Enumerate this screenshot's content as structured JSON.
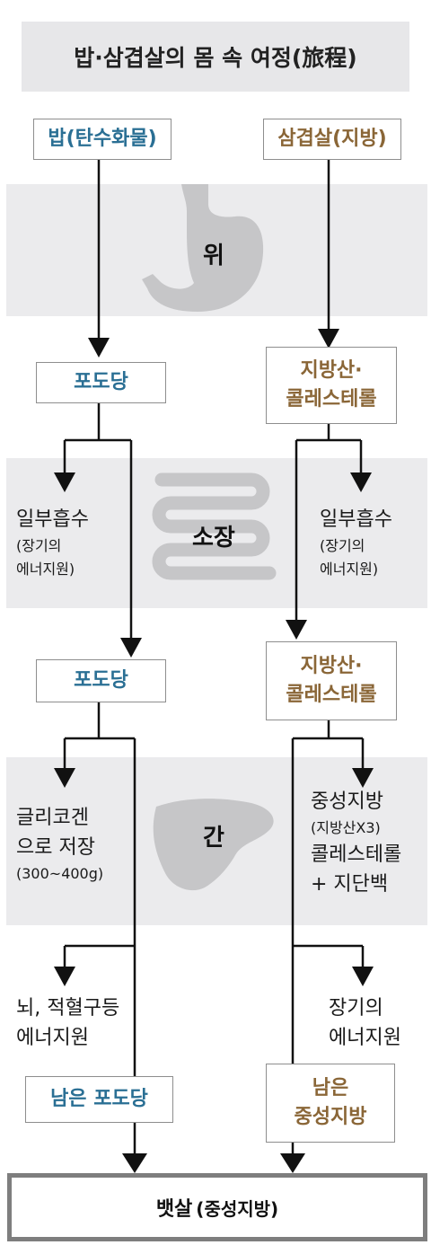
{
  "title": "밥·삼겹살의 몸 속 여정(旅程)",
  "columns": {
    "left_header": "밥(탄수화물)",
    "right_header": "삼겹살(지방)"
  },
  "organs": {
    "stomach": "위",
    "small_intestine": "소장",
    "liver": "간"
  },
  "left": {
    "product1": "포도당",
    "absorb_line1": "일부흡수",
    "absorb_line2": "(장기의",
    "absorb_line3": "에너지원)",
    "product2": "포도당",
    "glycogen_line1": "글리코겐",
    "glycogen_line2": "으로 저장",
    "glycogen_line3": "(300~400g)",
    "brain_line1": "뇌, 적혈구등",
    "brain_line2": "에너지원",
    "remaining": "남은 포도당"
  },
  "right": {
    "product1_line1": "지방산·",
    "product1_line2": "콜레스테롤",
    "absorb_line1": "일부흡수",
    "absorb_line2": "(장기의",
    "absorb_line3": "에너지원)",
    "product2_line1": "지방산·",
    "product2_line2": "콜레스테롤",
    "tg_line1": "중성지방",
    "tg_line2": "(지방산X3)",
    "tg_line3": "콜레스테롤",
    "tg_line4": "+ 지단백",
    "organ_line1": "장기의",
    "organ_line2": "에너지원",
    "remaining_line1": "남은",
    "remaining_line2": "중성지방"
  },
  "final": {
    "label_main": "뱃살",
    "label_paren": "(중성지방)"
  },
  "colors": {
    "blue": "#2a6f94",
    "brown": "#8a6637",
    "band": "#ebebed",
    "organ": "#c6c6c8"
  }
}
